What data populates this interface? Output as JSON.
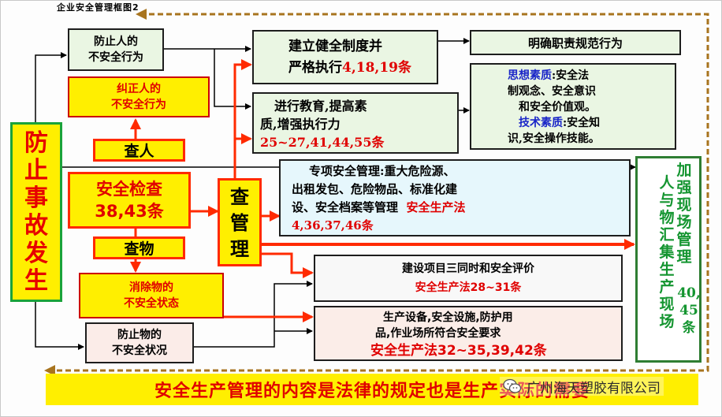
{
  "header": {
    "title": "企业安全管理框图2"
  },
  "left_pillar": {
    "chars": [
      "防",
      "止",
      "事",
      "故",
      "发",
      "生"
    ]
  },
  "right_pillar": {
    "col1": [
      "加",
      "强",
      "现",
      "场",
      "管",
      "理"
    ],
    "col2": [
      "人",
      "与",
      "物",
      "汇",
      "集",
      "生",
      "产",
      "现",
      "场"
    ],
    "col3": [
      "40,",
      "45",
      "条"
    ]
  },
  "center": {
    "prevent_human": {
      "line1": "防止人的",
      "line2": "不安全行为"
    },
    "correct_human": {
      "line1": "纠正人的",
      "line2": "不安全行为"
    },
    "check_people": "查人",
    "inspection": {
      "line1": "安全检查",
      "line2": "38,43条"
    },
    "check_objects": "查物",
    "eliminate_object": {
      "line1": "消除物的",
      "line2": "不安全状态"
    },
    "prevent_object": {
      "line1": "防止物的",
      "line2": "不安全状况"
    },
    "check_management": [
      "查",
      "管",
      "理"
    ]
  },
  "right": {
    "system": {
      "line1": "建立健全制度并",
      "line2_a": "严格执行",
      "line2_b": "4,18,19条"
    },
    "duties": "明确职责规范行为",
    "education": {
      "line1": "进行教育,提高素",
      "line2": "质,增强执行力",
      "line3": "25~27,41,44,55条"
    },
    "quality": {
      "q1_label": "思想素质",
      "q1_a": ":安全法",
      "q1_b": "制观念、安全意识",
      "q1_c": "和安全价值观。",
      "q2_label": "技术素质",
      "q2_a": ":安全知",
      "q2_b": "识,安全操作技能。"
    },
    "special": {
      "line1": "专项安全管理:重大危险源、",
      "line2": "出租发包、危险物品、标准化建",
      "line3_a": "设、安全档案等管理",
      "line3_b": "安全生产法",
      "line4": "4,36,37,46条"
    },
    "project": {
      "line1": "建设项目三同时和安全评价",
      "line2": "安全生产法28~31条"
    },
    "equipment": {
      "line1": "生产设备,安全设施,防护用",
      "line2": "品,作业场所符合安全要求",
      "line3": "安全生产法32~35,39,42条"
    }
  },
  "footer": {
    "banner": "安全生产管理的内容是法律的规定也是生产实际的需要"
  },
  "watermark": {
    "text": "广州海天塑胶有限公司",
    "icon": "wechat-icon"
  },
  "colors": {
    "red": "#ff2a00",
    "yellow": "#ffef00",
    "brown_dash": "#a8741e",
    "green_border": "#2e7d32"
  }
}
